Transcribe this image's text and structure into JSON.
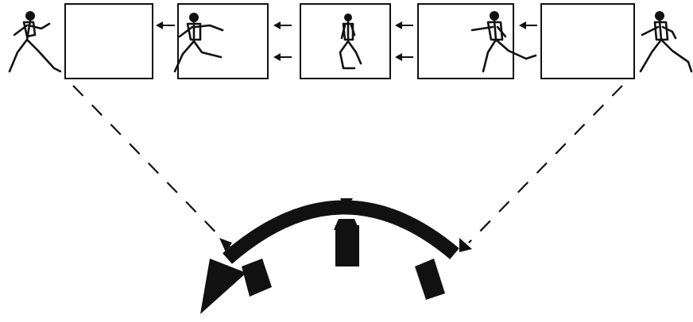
{
  "diagram": {
    "frames": [
      {
        "id": "frame-1"
      },
      {
        "id": "frame-2"
      },
      {
        "id": "frame-3"
      },
      {
        "id": "frame-4"
      },
      {
        "id": "frame-5"
      }
    ],
    "runner_poses": [
      {
        "id": "runner-left-outside"
      },
      {
        "id": "runner-frame-2"
      },
      {
        "id": "runner-frame-3"
      },
      {
        "id": "runner-frame-4"
      },
      {
        "id": "runner-right-outside"
      }
    ],
    "cameras": [
      {
        "id": "camera-left"
      },
      {
        "id": "camera-center"
      },
      {
        "id": "camera-right"
      }
    ],
    "colors": {
      "ink": "#111111",
      "paper": "#ffffff"
    }
  }
}
